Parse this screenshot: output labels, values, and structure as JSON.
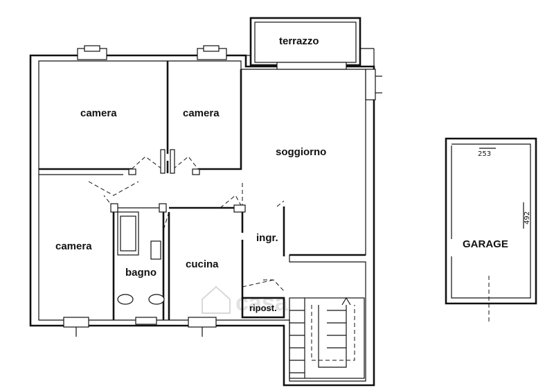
{
  "rooms": {
    "terrazzo": "terrazzo",
    "camera_1": "camera",
    "camera_2": "camera",
    "camera_3": "camera",
    "soggiorno": "soggiorno",
    "ingresso": "ingr.",
    "bagno": "bagno",
    "cucina": "cucina",
    "ripostiglio": "ripost.",
    "garage": "GARAGE"
  },
  "dimensions": {
    "garage_width": "253",
    "garage_depth": "492"
  },
  "watermark": {
    "text": "casa",
    "icon": "house-icon"
  }
}
